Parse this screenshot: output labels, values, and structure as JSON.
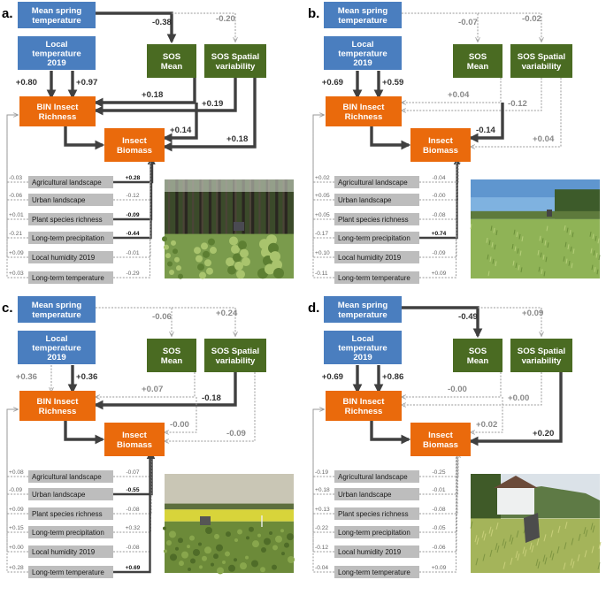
{
  "node_labels": {
    "spring": [
      "Mean spring",
      "temperature"
    ],
    "local": [
      "Local",
      "temperature",
      "2019"
    ],
    "sos_mean": [
      "SOS",
      "Mean"
    ],
    "sos_var": [
      "SOS Spatial",
      "variability"
    ],
    "bin": [
      "BIN Insect",
      "Richness"
    ],
    "biomass": [
      "Insect",
      "Biomass"
    ]
  },
  "env_vars": [
    "Agricultural landscape",
    "Urban landscape",
    "Plant species richness",
    "Long-term precipitation",
    "Local humidity 2019",
    "Long-term temperature"
  ],
  "panels": [
    {
      "letter": "a.",
      "coef": {
        "spring_sos": "-0.38",
        "spring_var": "-0.20",
        "local_bin": "+0.80",
        "local_bio": "+0.97",
        "sosmean_bin": "+0.18",
        "sosvar_bin": "+0.19",
        "sosmean_bio": "+0.14",
        "sosvar_bio": "+0.18"
      },
      "env_bin": [
        "-0.03",
        "-0.06",
        "+0.01",
        "-0.21",
        "+0.09",
        "+0.03"
      ],
      "env_bio": [
        "+0.28",
        "-0.12",
        "-0.09",
        "-0.44",
        "-0.01",
        "-0.29"
      ],
      "env_bio_strong": [
        true,
        false,
        true,
        true,
        false,
        false
      ],
      "photo": "forest"
    },
    {
      "letter": "b.",
      "coef": {
        "spring_sos": "-0.07",
        "spring_var": "-0.02",
        "local_bin": "+0.69",
        "local_bio": "+0.59",
        "sosmean_bin": "+0.04",
        "sosvar_bin": "-0.12",
        "sosmean_bio": "-0.14",
        "sosvar_bio": "+0.04"
      },
      "env_bin": [
        "+0.02",
        "+0.05",
        "+0.05",
        "-0.17",
        "+0.10",
        "-0.11"
      ],
      "env_bio": [
        "-0.04",
        "-0.00",
        "-0.08",
        "+0.74",
        "-0.09",
        "+0.09"
      ],
      "env_bio_strong": [
        false,
        false,
        false,
        true,
        false,
        false
      ],
      "photo": "grassland"
    },
    {
      "letter": "c.",
      "coef": {
        "spring_sos": "-0.06",
        "spring_var": "+0.24",
        "local_bin": "+0.36",
        "local_bio": "+0.36",
        "sosmean_bin": "+0.07",
        "sosvar_bin": "-0.18",
        "sosmean_bio": "-0.00",
        "sosvar_bio": "-0.09"
      },
      "env_bin": [
        "+0.08",
        "-0.09",
        "+0.09",
        "+0.15",
        "+0.00",
        "+0.28"
      ],
      "env_bio": [
        "-0.07",
        "-0.55",
        "-0.08",
        "+0.32",
        "-0.08",
        "+0.69"
      ],
      "env_bio_strong": [
        false,
        true,
        false,
        false,
        false,
        true
      ],
      "photo": "farmland"
    },
    {
      "letter": "d.",
      "coef": {
        "spring_sos": "-0.49",
        "spring_var": "+0.09",
        "local_bin": "+0.69",
        "local_bio": "+0.86",
        "sosmean_bin": "-0.00",
        "sosvar_bin": "+0.00",
        "sosmean_bio": "+0.02",
        "sosvar_bio": "+0.20"
      },
      "env_bin": [
        "-0.19",
        "+0.18",
        "+0.13",
        "-0.22",
        "-0.12",
        "-0.04"
      ],
      "env_bio": [
        "-0.25",
        "-0.01",
        "-0.08",
        "-0.05",
        "-0.06",
        "+0.09"
      ],
      "env_bio_strong": [
        false,
        false,
        false,
        false,
        false,
        false
      ],
      "photo": "meadow"
    }
  ],
  "strong_paths": {
    "a.": [
      "spring_sos",
      "local_bin",
      "local_bio",
      "sosmean_bin",
      "sosvar_bin",
      "sosmean_bio",
      "sosvar_bio"
    ],
    "b.": [
      "local_bin",
      "local_bio",
      "sosmean_bio"
    ],
    "c.": [
      "local_bio",
      "sosvar_bin"
    ],
    "d.": [
      "spring_sos",
      "local_bin",
      "local_bio",
      "sosvar_bio"
    ]
  }
}
